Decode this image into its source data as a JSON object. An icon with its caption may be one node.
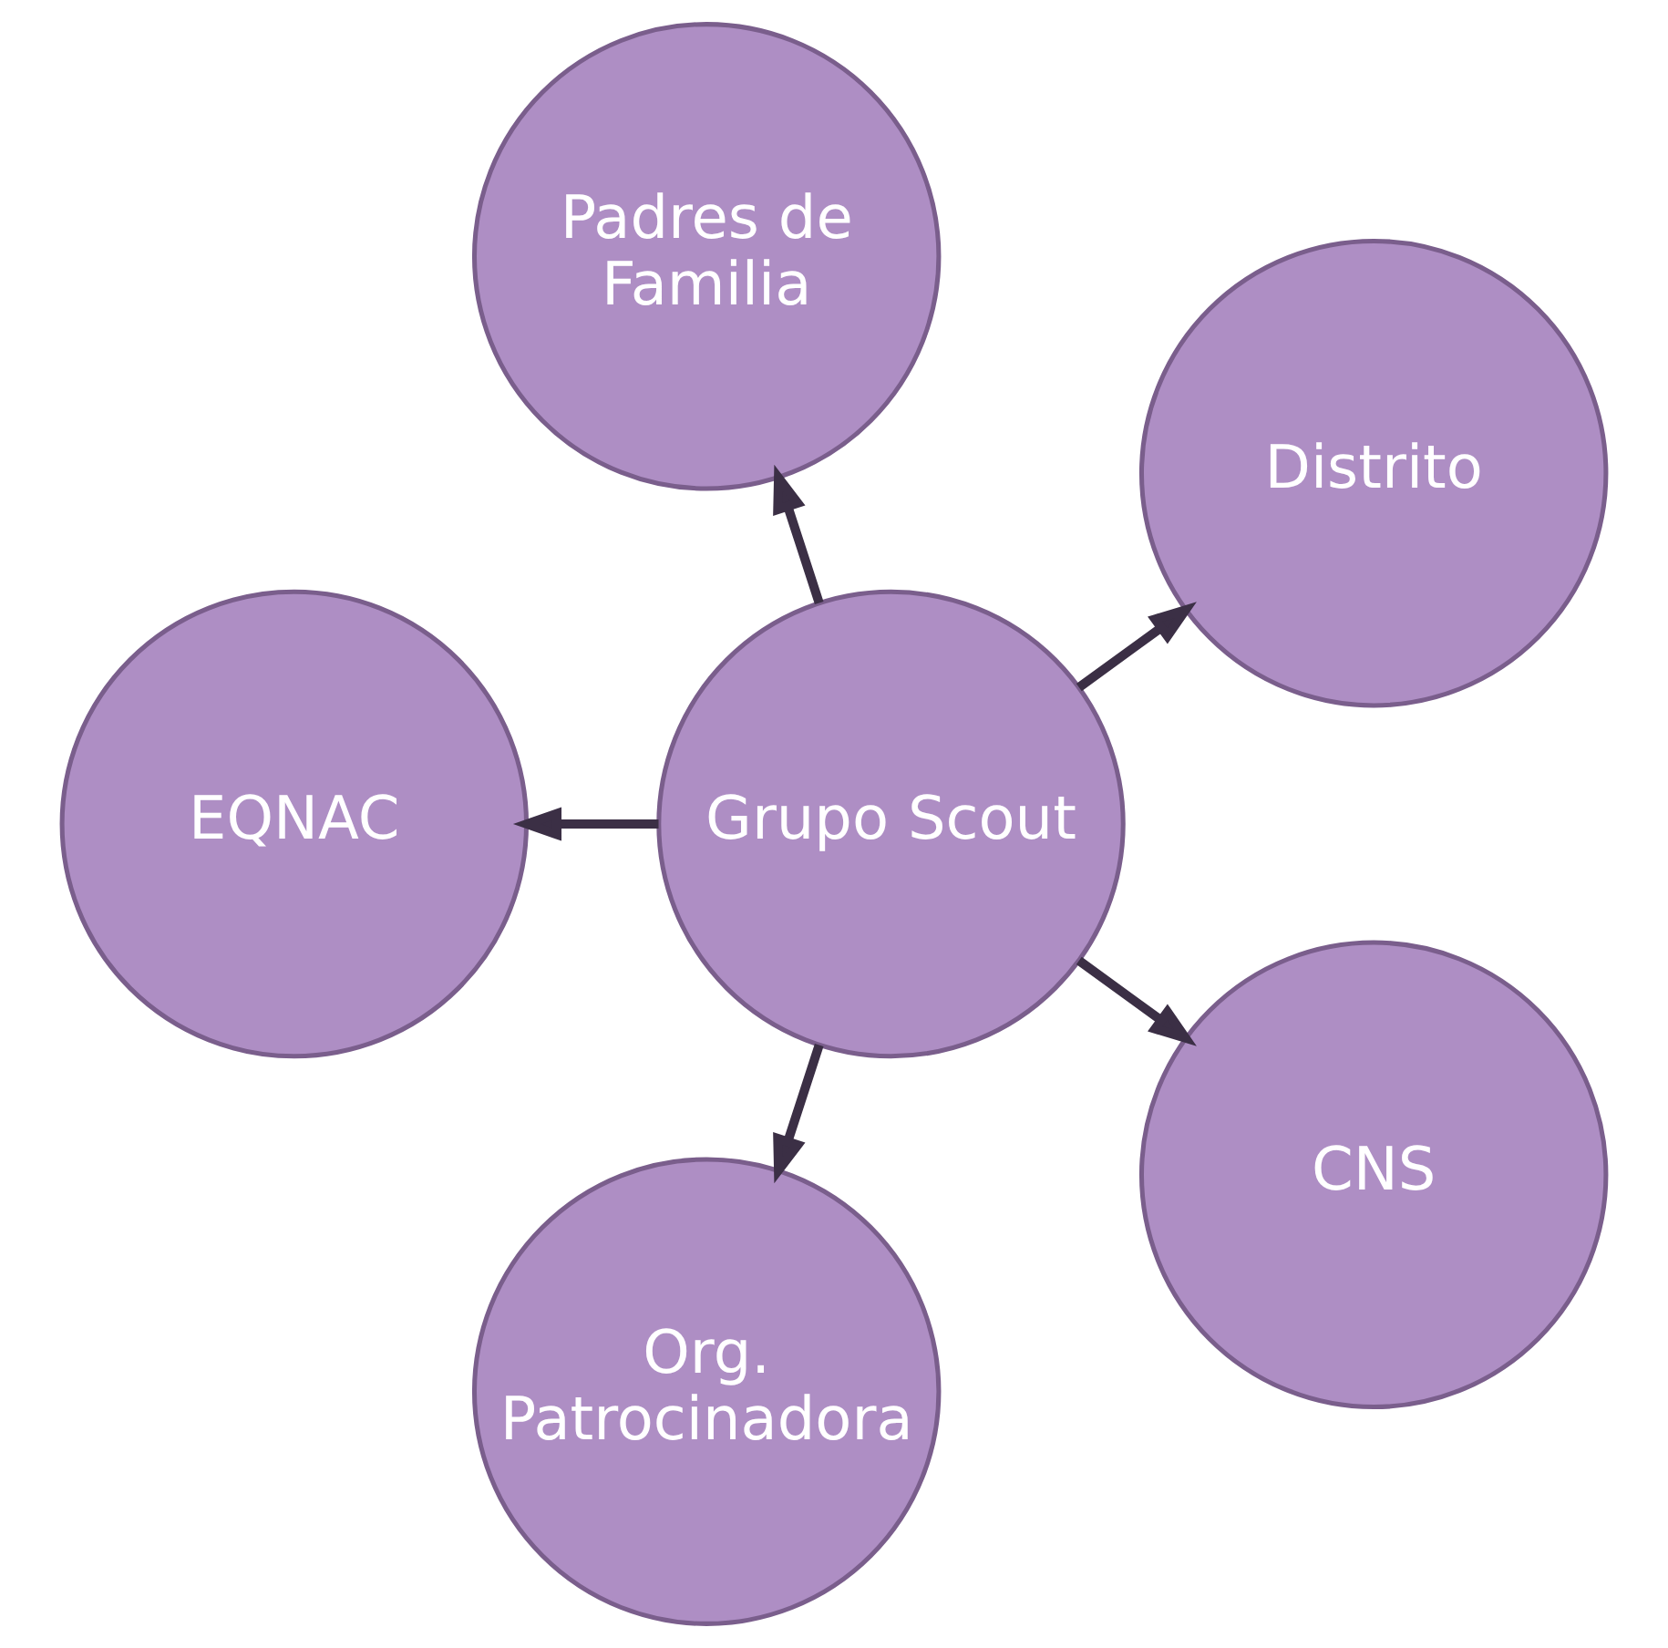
{
  "diagram": {
    "nodes": [
      {
        "text": [
          "Distrito"
        ]
      },
      {
        "text": [
          "Padres de Familia"
        ]
      },
      {
        "text": [
          "EQNAC"
        ]
      },
      {
        "text": [
          "Grupo Scout"
        ]
      },
      {
        "text": [
          "Org. Patrocinadora"
        ]
      },
      {
        "text": [
          "CNS"
        ]
      }
    ],
    "edges": [
      {
        "from": 3,
        "to": 0,
        "arrow": "to"
      },
      {
        "from": 3,
        "to": 2,
        "arrow": "to"
      },
      {
        "from": 3,
        "to": 5,
        "arrow": "to"
      },
      {
        "from": 3,
        "to": 4,
        "arrow": "to"
      },
      {
        "from": 3,
        "to": 1,
        "arrow": "to"
      }
    ]
  }
}
